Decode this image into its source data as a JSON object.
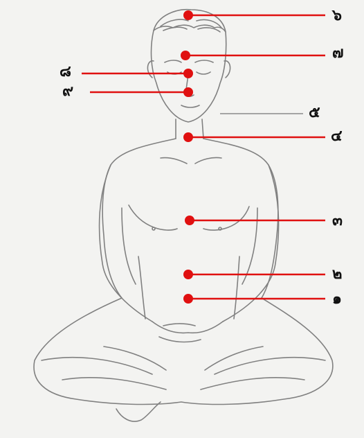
{
  "points": [
    {
      "id": "p1",
      "label": "๑"
    },
    {
      "id": "p2",
      "label": "๒"
    },
    {
      "id": "p3",
      "label": "๓"
    },
    {
      "id": "p4",
      "label": "๔"
    },
    {
      "id": "p5",
      "label": "๕"
    },
    {
      "id": "p6",
      "label": "๖"
    },
    {
      "id": "p7",
      "label": "๗"
    },
    {
      "id": "p8",
      "label": "๘"
    },
    {
      "id": "p9",
      "label": "๙"
    }
  ],
  "colors": {
    "marker": "#e01010",
    "sketch": "#7a7a7a",
    "background": "#f2f2f2"
  }
}
